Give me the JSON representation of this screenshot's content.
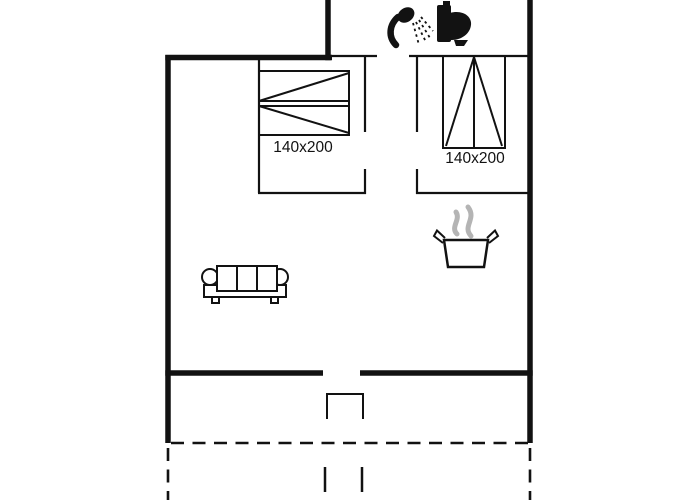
{
  "floor_plan": {
    "background": "#ffffff",
    "colors": {
      "line": "#121212",
      "steam": "#b4b4b4"
    },
    "beds": [
      {
        "id": "bed-left",
        "label": "140x200"
      },
      {
        "id": "bed-right",
        "label": "140x200"
      }
    ],
    "icons": [
      "shower-icon",
      "toilet-icon",
      "steam-icon",
      "cooking-pot-icon",
      "sofa-icon"
    ],
    "features": [
      "bathroom-top-center",
      "two-bedrooms-with-hallway",
      "open-living-kitchen-area",
      "entrance-door-south",
      "dashed-terrace-outline-south",
      "terrace-steps"
    ]
  }
}
